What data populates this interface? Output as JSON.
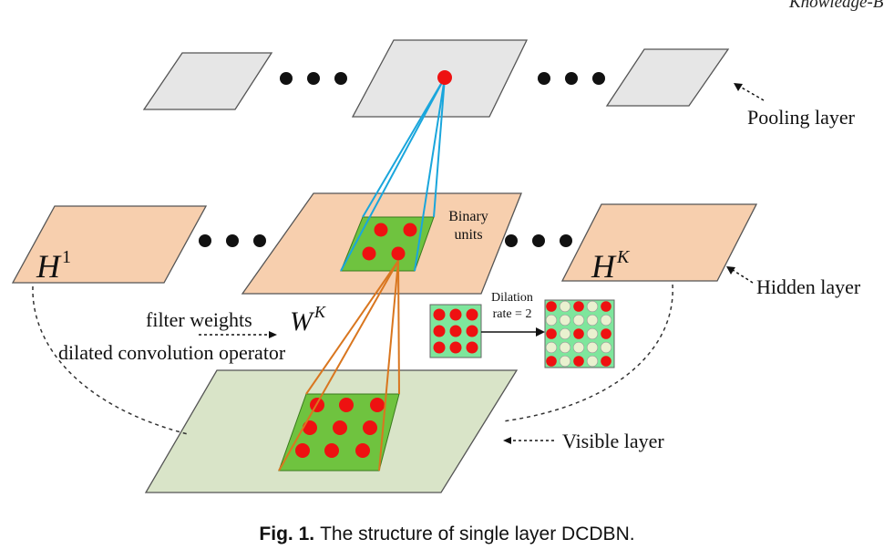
{
  "header_fragment": "Knowledge-B",
  "labels": {
    "pooling_layer": "Pooling layer",
    "hidden_layer": "Hidden layer",
    "visible_layer": "Visible layer",
    "binary_units_line1": "Binary",
    "binary_units_line2": "units",
    "filter_weights": "filter weights",
    "dilated_convolution_operator": "dilated convolution operator",
    "dilation_line1": "Dilation",
    "dilation_line2": "rate = 2",
    "h1_base": "H",
    "h1_sup": "1",
    "hk_base": "H",
    "hk_sup": "K",
    "wk_base": "W",
    "wk_sup": "K"
  },
  "caption": {
    "label": "Fig. 1.",
    "text": "The structure of single layer DCDBN."
  },
  "colors": {
    "pooling_fill": "#e6e6e6",
    "hidden_fill": "#f7cfae",
    "visible_fill": "#d9e4c8",
    "filter_green": "#6fc33f",
    "unit_red": "#ee1111",
    "dilation_green": "#7ee69c",
    "dilation_empty": "#e9f1cf",
    "cyan_line": "#1aa6dc",
    "orange_line": "#d9761f"
  }
}
